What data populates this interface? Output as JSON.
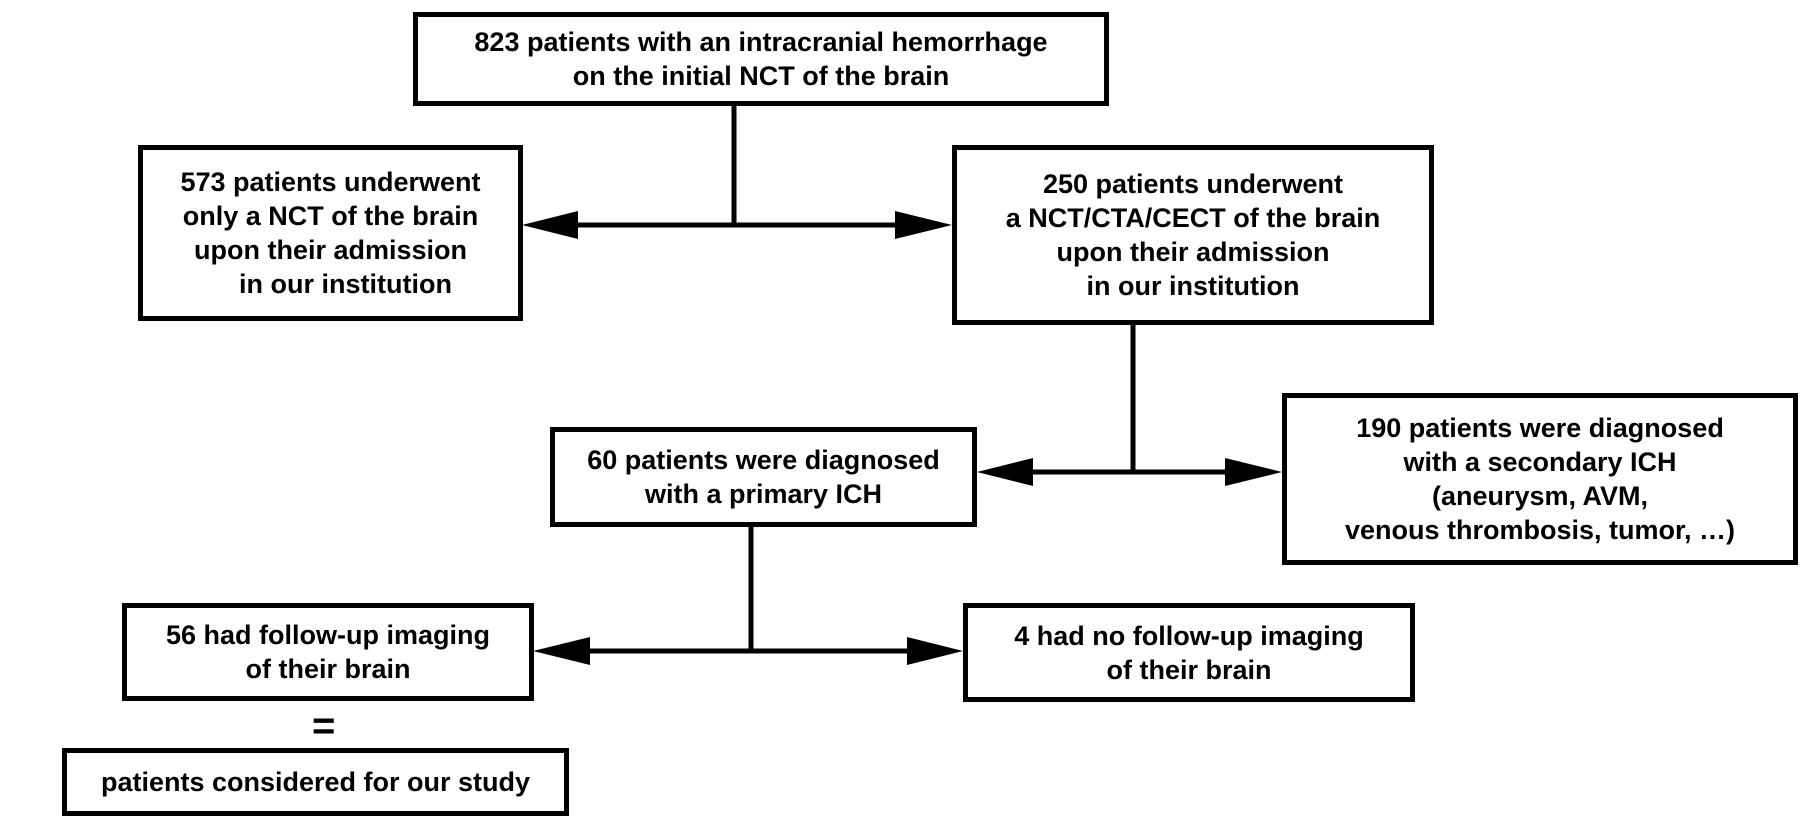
{
  "flowchart": {
    "boxes": {
      "start": {
        "lines": [
          "823 patients with an intracranial hemorrhage",
          "on the initial NCT of the brain"
        ]
      },
      "nct_only": {
        "lines": [
          "573 patients underwent",
          "only a NCT of the brain",
          "upon their admission",
          "    in our institution"
        ]
      },
      "nct_cta": {
        "lines": [
          "250 patients underwent",
          "a NCT/CTA/CECT of the brain",
          "upon their admission",
          "in our institution"
        ]
      },
      "primary": {
        "lines": [
          "60 patients were diagnosed",
          "with a primary ICH"
        ]
      },
      "secondary": {
        "lines": [
          "190 patients were diagnosed",
          "with a secondary ICH",
          "(aneurysm, AVM,",
          "venous thrombosis, tumor, …)"
        ]
      },
      "followup": {
        "lines": [
          "56 had follow-up imaging",
          "of their brain"
        ]
      },
      "no_followup": {
        "lines": [
          "4 had no follow-up imaging",
          "of their brain"
        ]
      },
      "study": {
        "lines": [
          "patients considered for our study"
        ]
      }
    },
    "equals_sign": "="
  }
}
